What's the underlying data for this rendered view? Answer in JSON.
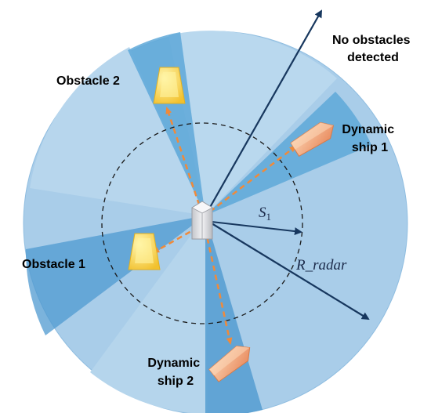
{
  "labels": {
    "no_obstacles_line1": "No obstacles",
    "no_obstacles_line2": "detected",
    "obstacle2": "Obstacle 2",
    "obstacle1": "Obstacle 1",
    "dynamic_ship1_line1": "Dynamic",
    "dynamic_ship1_line2": "ship 1",
    "dynamic_ship2_line1": "Dynamic",
    "dynamic_ship2_line2": "ship 2",
    "s_symbol": "S",
    "s_subscript": "1",
    "r_radar": "R_radar"
  },
  "colors": {
    "radar_disc": "#a9cde9",
    "radar_lighter": "#b9d8ee",
    "detected_sector": "#5ea8d8",
    "obstacle_fill": "#ffe45c",
    "dynamic_ship_fill": "#f6b080",
    "own_ship_fill": "#d2d4d8",
    "dashed_arrow": "#f08a3a",
    "radius_arrow": "#17375e"
  }
}
